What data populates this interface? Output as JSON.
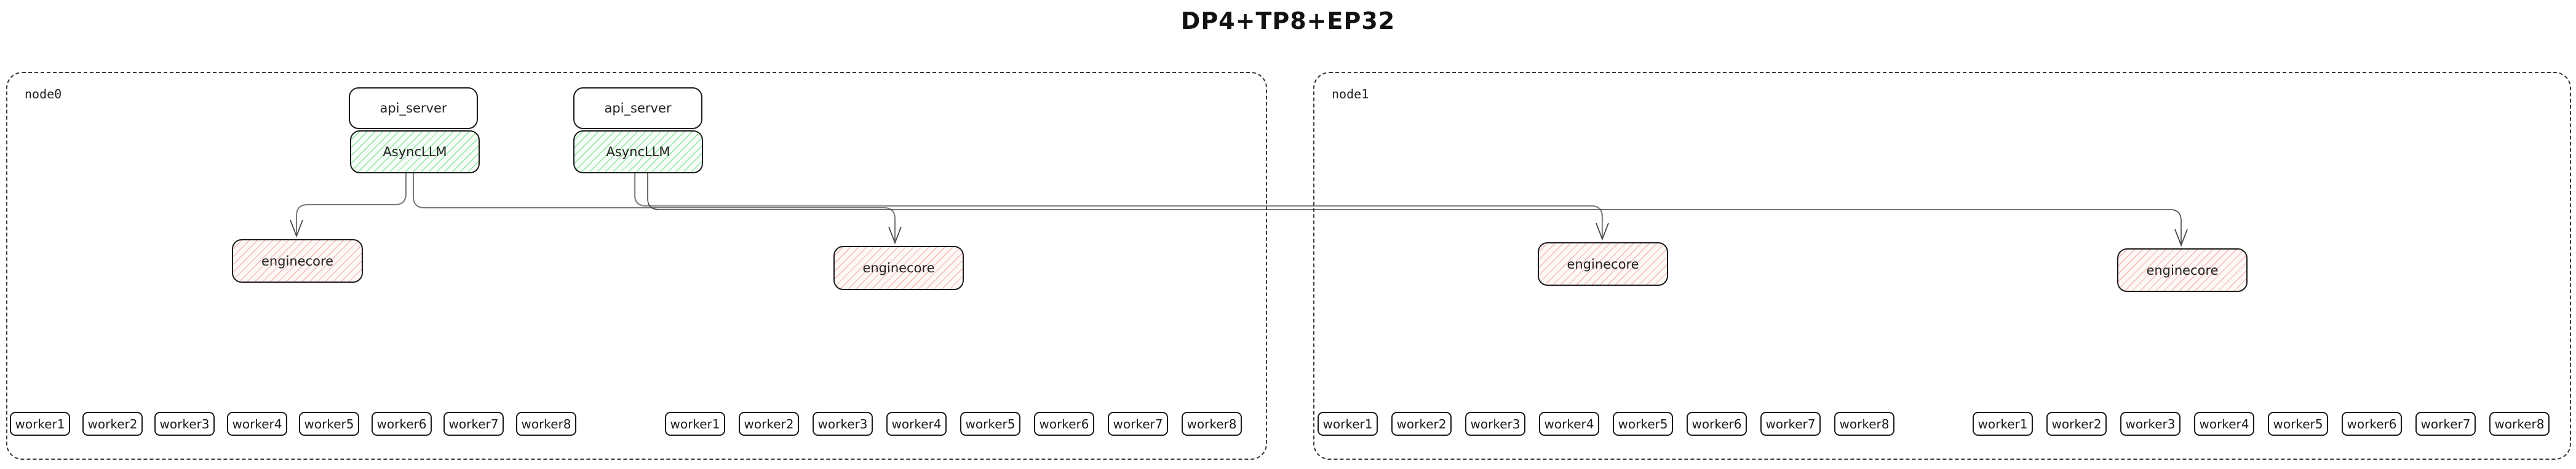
{
  "title": "DP4+TP8+EP32",
  "colors": {
    "border": "#1c1c1c",
    "node_dash": "#3a3a3a",
    "asyncllm_hatch": "#8fe5a2",
    "enginecore_hatch": "#f1b9b4",
    "connector": "#7a7a7a"
  },
  "nodes": [
    {
      "label": "node0",
      "api_servers": [
        "api_server",
        "api_server"
      ],
      "asyncllms": [
        "AsyncLLM",
        "AsyncLLM"
      ],
      "enginecores": [
        "enginecore",
        "enginecore"
      ],
      "worker_groups": [
        [
          "worker1",
          "worker2",
          "worker3",
          "worker4",
          "worker5",
          "worker6",
          "worker7",
          "worker8"
        ],
        [
          "worker1",
          "worker2",
          "worker3",
          "worker4",
          "worker5",
          "worker6",
          "worker7",
          "worker8"
        ]
      ]
    },
    {
      "label": "node1",
      "api_servers": [],
      "asyncllms": [],
      "enginecores": [
        "enginecore",
        "enginecore"
      ],
      "worker_groups": [
        [
          "worker1",
          "worker2",
          "worker3",
          "worker4",
          "worker5",
          "worker6",
          "worker7",
          "worker8"
        ],
        [
          "worker1",
          "worker2",
          "worker3",
          "worker4",
          "worker5",
          "worker6",
          "worker7",
          "worker8"
        ]
      ]
    }
  ]
}
